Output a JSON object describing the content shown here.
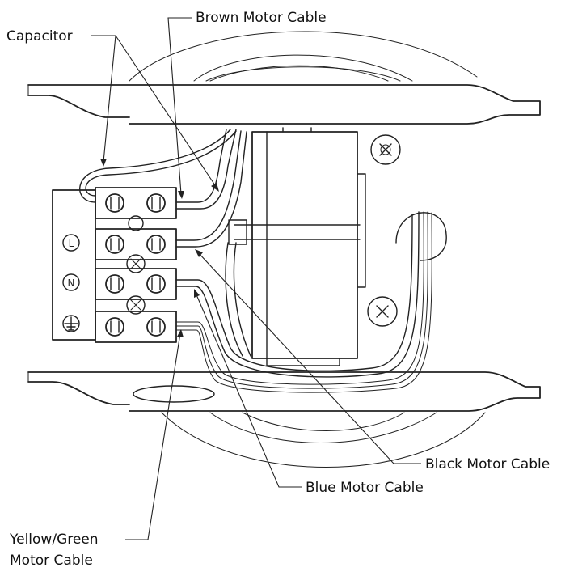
{
  "labels": {
    "brown": "Brown Motor Cable",
    "capacitor": "Capacitor",
    "black": "Black Motor Cable",
    "blue": "Blue Motor Cable",
    "yellow_green_line1": "Yellow/Green",
    "yellow_green_line2": "Motor Cable"
  },
  "terminal_symbols": {
    "live": "L",
    "neutral": "N"
  },
  "colors": {
    "line": "#222222",
    "background": "#ffffff"
  }
}
